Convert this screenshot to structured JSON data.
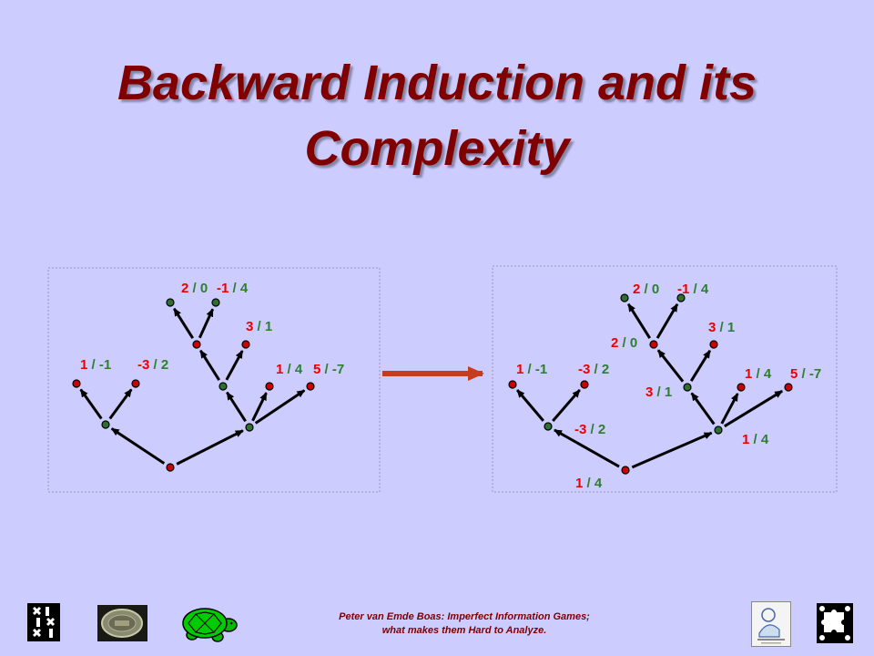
{
  "slide": {
    "title_line1": "Backward Induction and its",
    "title_line2": "Complexity",
    "footer_line1": "Peter van Emde Boas: Imperfect Information Games;",
    "footer_line2": "what makes them Hard to Analyze."
  },
  "colors": {
    "background": "#ccccff",
    "title": "#800000",
    "player1": "#ee0000",
    "player2": "#2f7f2f",
    "node_red": "#cc0000",
    "node_green": "#2f6f2f",
    "edge": "#000000",
    "transition_arrow": "#c83c1e",
    "box_border": "#9999bb"
  },
  "diagram": {
    "left_tree": {
      "labels": [
        {
          "id": "leaf-a",
          "p1": "1",
          "p2": "-1"
        },
        {
          "id": "leaf-b",
          "p1": "-3",
          "p2": "2"
        },
        {
          "id": "leaf-c",
          "p1": "2",
          "p2": "0"
        },
        {
          "id": "leaf-d",
          "p1": "-1",
          "p2": "4"
        },
        {
          "id": "leaf-e",
          "p1": "3",
          "p2": "1"
        },
        {
          "id": "leaf-f",
          "p1": "1",
          "p2": "4"
        },
        {
          "id": "leaf-g",
          "p1": "5",
          "p2": "-7"
        }
      ]
    },
    "right_tree": {
      "labels": [
        {
          "id": "leaf-a",
          "p1": "1",
          "p2": "-1"
        },
        {
          "id": "leaf-b",
          "p1": "-3",
          "p2": "2"
        },
        {
          "id": "leaf-c",
          "p1": "2",
          "p2": "0"
        },
        {
          "id": "leaf-d",
          "p1": "-1",
          "p2": "4"
        },
        {
          "id": "leaf-e",
          "p1": "3",
          "p2": "1"
        },
        {
          "id": "leaf-f",
          "p1": "1",
          "p2": "4"
        },
        {
          "id": "leaf-g",
          "p1": "5",
          "p2": "-7"
        },
        {
          "id": "inner-c",
          "p1": "2",
          "p2": "0"
        },
        {
          "id": "inner-e",
          "p1": "3",
          "p2": "1"
        },
        {
          "id": "inner-a",
          "p1": "-3",
          "p2": "2"
        },
        {
          "id": "inner-f",
          "p1": "1",
          "p2": "4"
        },
        {
          "id": "root",
          "p1": "1",
          "p2": "4"
        }
      ]
    },
    "separator": "/"
  },
  "logos": [
    {
      "name": "uva-logo-icon"
    },
    {
      "name": "coin-seal-icon"
    },
    {
      "name": "turtle-icon"
    },
    {
      "name": "portrait-book-icon"
    },
    {
      "name": "puzzle-icon"
    }
  ]
}
